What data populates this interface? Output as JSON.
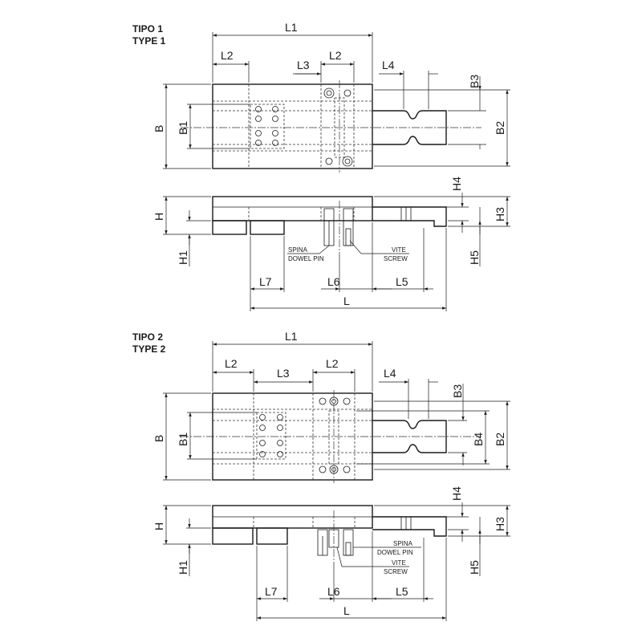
{
  "type1": {
    "title_it": "TIPO 1",
    "title_en": "TYPE 1",
    "dims": {
      "L1": "L1",
      "L2a": "L2",
      "L3": "L3",
      "L2b": "L2",
      "L4": "L4",
      "B": "B",
      "B1": "B1",
      "B2": "B2",
      "B3": "B3",
      "H": "H",
      "H1": "H1",
      "H3": "H3",
      "H4": "H4",
      "H5": "H5",
      "L7": "L7",
      "L6": "L6",
      "L5": "L5",
      "L": "L"
    },
    "callouts": {
      "spina": "SPINA",
      "dowel": "DOWEL PIN",
      "vite": "VITE",
      "screw": "SCREW"
    }
  },
  "type2": {
    "title_it": "TIPO 2",
    "title_en": "TYPE 2",
    "dims": {
      "L1": "L1",
      "L2a": "L2",
      "L3": "L3",
      "L2b": "L2",
      "L4": "L4",
      "B": "B",
      "B1": "B1",
      "B2": "B2",
      "B3": "B3",
      "B4": "B4",
      "H": "H",
      "H1": "H1",
      "H3": "H3",
      "H4": "H4",
      "H5": "H5",
      "L7": "L7",
      "L6": "L6",
      "L5": "L5",
      "L": "L"
    },
    "callouts": {
      "spina": "SPINA",
      "dowel": "DOWEL PIN",
      "vite": "VITE",
      "screw": "SCREW"
    }
  }
}
